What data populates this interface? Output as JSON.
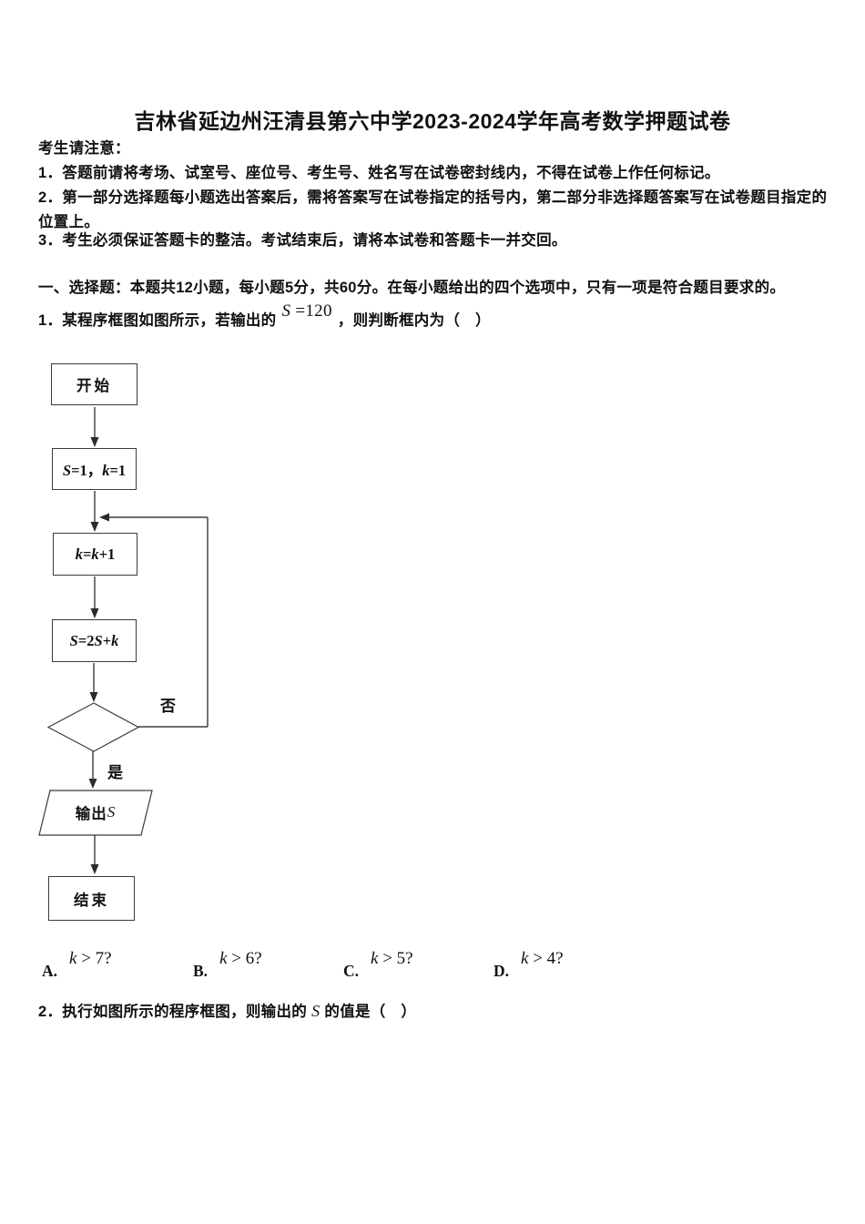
{
  "title": "吉林省延边州汪清县第六中学2023-2024学年高考数学押题试卷",
  "notice": {
    "heading": "考生请注意：",
    "items": [
      "1．答题前请将考场、试室号、座位号、考生号、姓名写在试卷密封线内，不得在试卷上作任何标记。",
      "2．第一部分选择题每小题选出答案后，需将答案写在试卷指定的括号内，第二部分非选择题答案写在试卷题目指定的位置上。",
      "3．考生必须保证答题卡的整洁。考试结束后，请将本试卷和答题卡一并交回。"
    ]
  },
  "section": {
    "heading": "一、选择题：本题共12小题，每小题5分，共60分。在每小题给出的四个选项中，只有一项是符合题目要求的。"
  },
  "question1": {
    "prefix": "1．某程序框图如图所示，若输出的",
    "math_var": "S",
    "math_rest": " =120",
    "suffix": "，则判断框内为（　）"
  },
  "flowchart": {
    "start": "开始",
    "init": {
      "p1": "S",
      "p2": "=1，",
      "p3": "k",
      "p4": "=1"
    },
    "increment": {
      "p1": "k",
      "p2": "=",
      "p3": "k",
      "p4": "+1"
    },
    "accumulate": {
      "p1": "S",
      "p2": "=2",
      "p3": "S",
      "p4": "+",
      "p5": "k"
    },
    "branch_no": "否",
    "branch_yes": "是",
    "output": {
      "p1": "输出",
      "p2": "S"
    },
    "end": "结束"
  },
  "options": [
    {
      "label": "A.",
      "var": "k",
      "rest": " > 7?"
    },
    {
      "label": "B.",
      "var": "k",
      "rest": " > 6?"
    },
    {
      "label": "C.",
      "var": "k",
      "rest": " > 5?"
    },
    {
      "label": "D.",
      "var": "k",
      "rest": " > 4?"
    }
  ],
  "question2": {
    "prefix": "2．执行如图所示的程序框图，则输出的",
    "math_var": "S",
    "suffix": "的值是（　）"
  },
  "colors": {
    "text": "#111111",
    "line": "#3b3b3b",
    "background": "#ffffff"
  }
}
